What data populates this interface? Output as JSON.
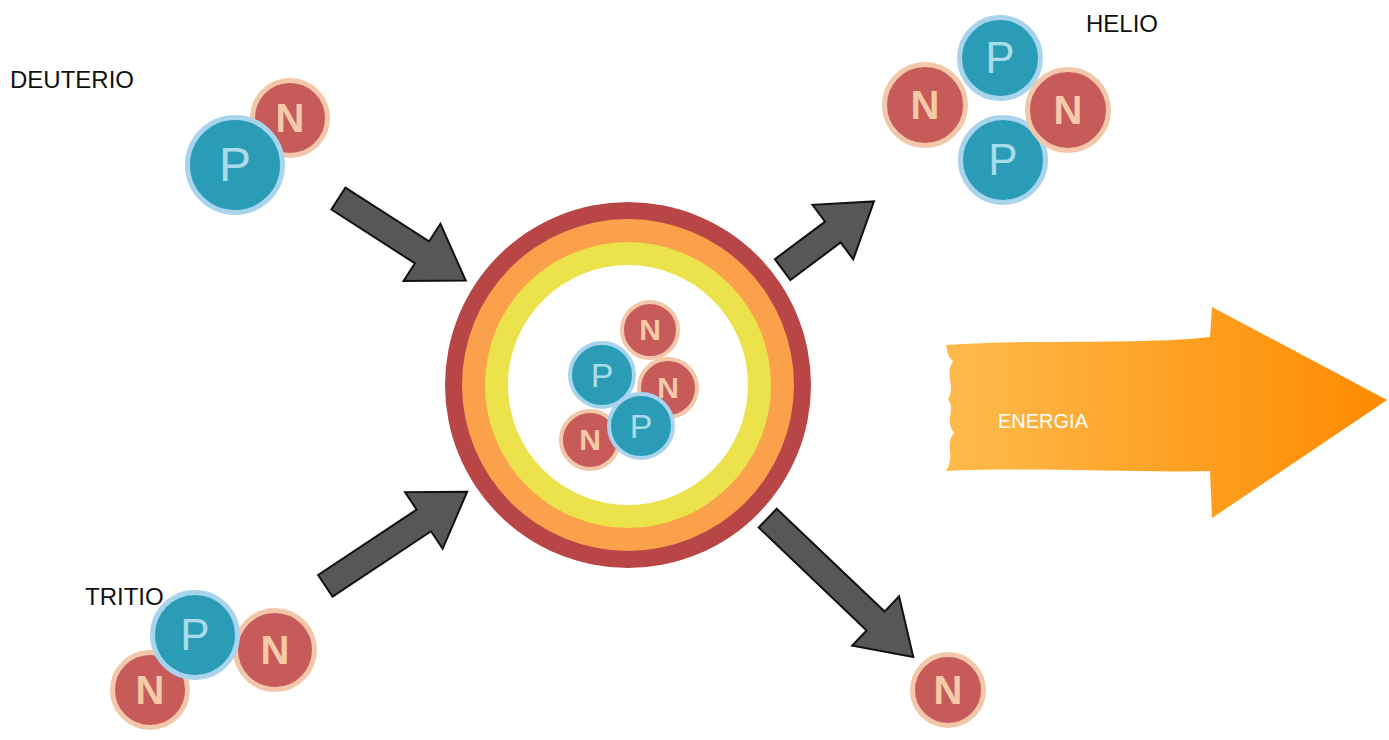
{
  "diagram": {
    "nodes": [
      {
        "text": [
          "DEUTERIO"
        ]
      },
      {
        "text": [
          "N"
        ],
        "in": 0
      },
      {
        "text": [
          "P"
        ],
        "in": 0
      },
      {
        "text": [
          "HELIO"
        ]
      },
      {
        "text": [
          "P"
        ],
        "in": 3
      },
      {
        "text": [
          "N"
        ],
        "in": 3
      },
      {
        "text": [
          "N"
        ],
        "in": 3
      },
      {
        "text": [
          "P"
        ],
        "in": 3
      },
      {
        "text": []
      },
      {
        "text": [
          "N"
        ],
        "in": 8
      },
      {
        "text": [
          "P"
        ],
        "in": 8
      },
      {
        "text": [
          "N"
        ],
        "in": 8
      },
      {
        "text": [
          "N"
        ],
        "in": 8
      },
      {
        "text": [
          "P"
        ],
        "in": 8
      },
      {
        "text": [
          "ENERGIA"
        ]
      },
      {
        "text": [
          "TRITIO"
        ]
      },
      {
        "text": [
          "P"
        ],
        "in": 15
      },
      {
        "text": [
          "N"
        ],
        "in": 15
      },
      {
        "text": [
          "N"
        ],
        "in": 15
      },
      {
        "text": [
          "N"
        ]
      }
    ],
    "edges": [
      {
        "from": 0,
        "to": 8,
        "arrow": "to"
      },
      {
        "from": 15,
        "to": 8,
        "arrow": "to"
      },
      {
        "from": 8,
        "to": 3,
        "arrow": "to"
      },
      {
        "from": 8,
        "to": 19,
        "arrow": "to"
      }
    ]
  }
}
